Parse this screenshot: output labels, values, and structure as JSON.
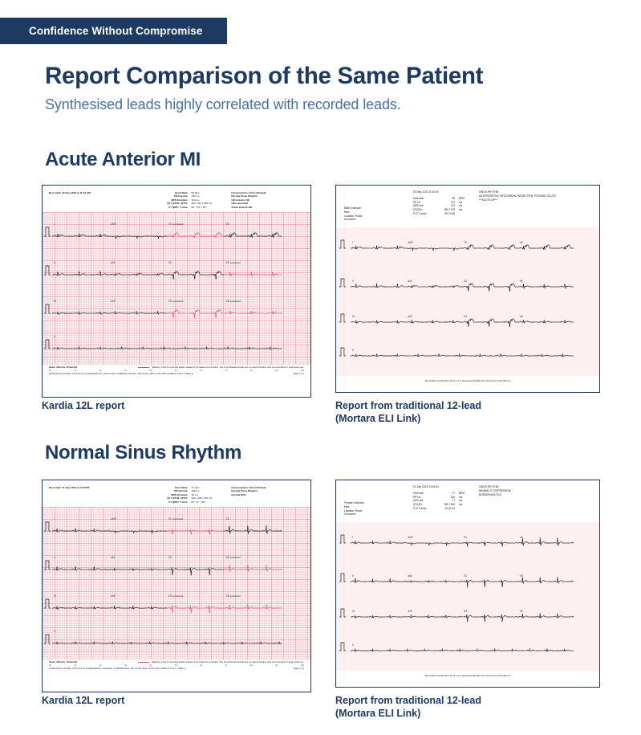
{
  "eyebrow": "Confidence Without Compromise",
  "title": "Report Comparison of the Same Patient",
  "subtitle": "Synthesised leads highly correlated with recorded leads.",
  "accent_navy": "#1d3a63",
  "accent_blue": "#4a6fa5",
  "synth_trace_color": "#e0506a",
  "recorded_trace_color": "#1a1a1a",
  "sections": [
    {
      "heading": "Acute Anterior MI",
      "kardia_caption": "Kardia 12L report",
      "mortara_caption": "Report from traditional 12-lead\n(Mortara ELI Link)"
    },
    {
      "heading": "Normal Sinus Rhythm",
      "kardia_caption": "Kardia 12L report",
      "mortara_caption": "Report from traditional 12-lead\n(Mortara ELI Link)"
    }
  ],
  "kardia_reports": [
    {
      "recorded_label": "Recorded:",
      "recorded_value": "20 Sep 2023 at 11:34  AM",
      "vitals": [
        {
          "label": "Heart Rate:",
          "value": "65 bpm"
        },
        {
          "label": "PR Interval:",
          "value": "153 ms"
        },
        {
          "label": "QRS Duration:",
          "value": "104 ms"
        },
        {
          "label": "QT / QTcB / QTcF:",
          "value": "384 / 412 / 406 ms"
        },
        {
          "label": "P / QRS / T Axis:",
          "value": "40° / 15° / 87°"
        }
      ],
      "interpretation_title": "Interpretation: (Unconfirmed)",
      "interpretation_lines": [
        "Normal Sinus Rhythm",
        "Old Anterior MI",
        "Old Lateral MI",
        "Acute Anterior MI"
      ],
      "scale": "Scale: 25mm/s, 10mm/mV",
      "warning": "Warning: Only 6 recorded leads instead of 10 leads are provided. The 6 synthesised leads are an approximation and not intended for diagnostic use.",
      "time_ticks": [
        "0s",
        "1s",
        "2s",
        "3s",
        "4s",
        "5s",
        "6s",
        "7s",
        "8s",
        "9s",
        "10s"
      ],
      "legal": "Kardia Device: 6L/9/12L, KAY12-6-6-A, Kardia Mobile 12L, AliveCor/12L, 1A-BD/3W1, PR 12L2, HR 1-8 12L Label: 12.0%, #Ver1 KAMCV1 19.6.1,  1SRL2_2",
      "page": "Page 1 of 1",
      "leads": [
        [
          {
            "name": "I",
            "syn": false
          },
          {
            "name": "aVR",
            "syn": false
          },
          {
            "name": "V1",
            "syn": true
          },
          {
            "name": "V4",
            "syn": false
          }
        ],
        [
          {
            "name": "II",
            "syn": false
          },
          {
            "name": "aVL",
            "syn": false
          },
          {
            "name": "V2",
            "syn": false
          },
          {
            "name": "V5",
            "syn": true
          }
        ],
        [
          {
            "name": "III",
            "syn": false
          },
          {
            "name": "aVF",
            "syn": false
          },
          {
            "name": "V3",
            "syn": true
          },
          {
            "name": "V6",
            "syn": true
          }
        ]
      ],
      "rhythm_lead": "II",
      "synth_suffix": "synthesised"
    },
    {
      "recorded_label": "Recorded:",
      "recorded_value": "21 Sep 2023 at 2:20 PM",
      "vitals": [
        {
          "label": "Heart Rate:",
          "value": "74 bpm"
        },
        {
          "label": "PR Interval:",
          "value": "160 ms"
        },
        {
          "label": "QRS Duration:",
          "value": "78 ms"
        },
        {
          "label": "QT / QTcB / QTcF:",
          "value": "400 / 440 / 420 ms"
        },
        {
          "label": "P / QRS / T Axis:",
          "value": "62° / 4° / 38°"
        }
      ],
      "interpretation_title": "Interpretation: (Unconfirmed)",
      "interpretation_lines": [
        "Normal Sinus Rhythm",
        "Normal ECG"
      ],
      "scale": "Scale: 25mm/s, 10mm/mV",
      "warning": "Warning: Only 6 recorded leads instead of 10 leads are provided. The 6 synthesised leads are an approximation and not intended for diagnostic use.",
      "time_ticks": [
        "0s",
        "1s",
        "2s",
        "3s",
        "4s",
        "5s",
        "6s",
        "7s",
        "8s",
        "9s",
        "10s"
      ],
      "legal": "Kardia Device: 6L/9/12L, KAY12-6-6-A, KardiaMobile12L, Kardia/12L, 1A-BD/2W1/3W2, HR 1-8 12L Label: 12.0%, #Ver1 KAMCV1 19.6.1,  1SRL2_2",
      "page": "Page 1 of 1",
      "leads": [
        [
          {
            "name": "I",
            "syn": false
          },
          {
            "name": "aVR",
            "syn": false
          },
          {
            "name": "V1",
            "syn": true
          },
          {
            "name": "V4",
            "syn": false
          }
        ],
        [
          {
            "name": "II",
            "syn": false
          },
          {
            "name": "aVL",
            "syn": false
          },
          {
            "name": "V2",
            "syn": false
          },
          {
            "name": "V5",
            "syn": true
          }
        ],
        [
          {
            "name": "III",
            "syn": false
          },
          {
            "name": "aVF",
            "syn": false
          },
          {
            "name": "V3",
            "syn": true
          },
          {
            "name": "V6",
            "syn": true
          }
        ]
      ],
      "rhythm_lead": "II",
      "synth_suffix": "synthesised"
    }
  ],
  "mortara_reports": [
    {
      "timestamp": "20-Sep-2023 11:34:04",
      "patient_lines": [
        "Male Unknown",
        "Med:  .",
        "Location:   Room:",
        "Comment:"
      ],
      "measurements": [
        {
          "label": "Vent rate:",
          "value": "65",
          "unit": "BPM"
        },
        {
          "label": "PR int:",
          "value": "170",
          "unit": "ms"
        },
        {
          "label": "QRS dur:",
          "value": "112",
          "unit": "ms"
        },
        {
          "label": "QT/QTc:",
          "value": "384 / 375",
          "unit": "ms"
        },
        {
          "label": "P-R-T axes:",
          "value": "50 13 85",
          "unit": ""
        }
      ],
      "interpretation_lines": [
        "SINUS RHYTHM",
        "ANTEROSEPTAL MYOCARDIAL INFARCTION, POSSIBLY ACUTE",
        "***ACUTE MI***"
      ],
      "footer": "Site:#100  Cart:#0  ELI Link 5.1.2.1  Sequence:#2  25mm/s  10mm/mV  0.05-300 Hz",
      "leads": [
        [
          "I",
          "aVR",
          "V1",
          "V4"
        ],
        [
          "II",
          "aVL",
          "V2",
          "V5"
        ],
        [
          "III",
          "aVF",
          "V3",
          "V6"
        ]
      ],
      "rhythm_lead": "II"
    },
    {
      "timestamp": "21-Sep-2023 14:16:54",
      "patient_lines": [
        "Female Unknown",
        "Med:  .",
        "Location:   Room:",
        "Comment:"
      ],
      "measurements": [
        {
          "label": "Vent rate:",
          "value": "77",
          "unit": "BPM"
        },
        {
          "label": "PR int:",
          "value": "152",
          "unit": "ms"
        },
        {
          "label": "QRS dur:",
          "value": "71",
          "unit": "ms"
        },
        {
          "label": "QT/QTc:",
          "value": "390 / 420",
          "unit": "ms"
        },
        {
          "label": "P-R-T axes:",
          "value": "23 62 42",
          "unit": ""
        }
      ],
      "interpretation_lines": [
        "SINUS RHYTHM",
        "MINIMAL ST DEPRESSION",
        "BORDERLINE ECG"
      ],
      "footer": "Site:#100  Cart:#0  ELI Link 5.1.2.1  Sequence:#2  25mm/s  10mm/mV  0.05-300 Hz",
      "leads": [
        [
          "I",
          "aVR",
          "V1",
          "V4"
        ],
        [
          "II",
          "aVL",
          "V2",
          "V5"
        ],
        [
          "III",
          "aVF",
          "V3",
          "V6"
        ]
      ],
      "rhythm_lead": "II"
    }
  ]
}
